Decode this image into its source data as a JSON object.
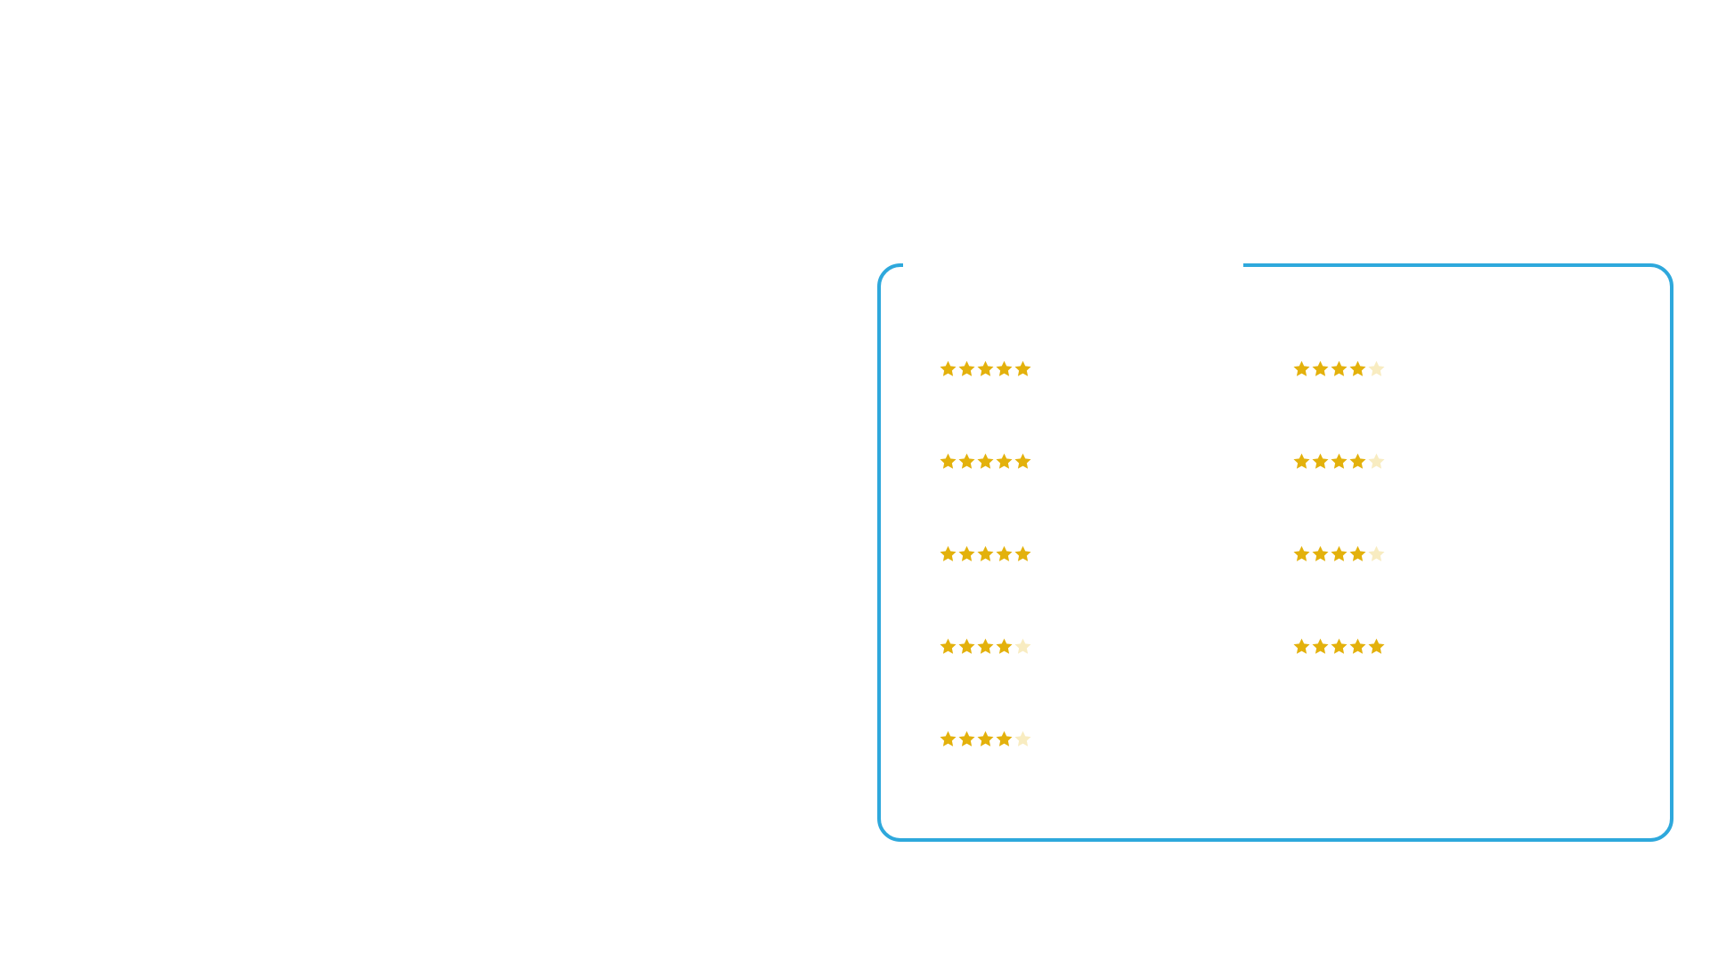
{
  "colors": {
    "frame": "#2ea8dc",
    "star_filled": "#e3b10c",
    "star_empty": "#f8ecc1"
  },
  "icons": {
    "star": "star-icon"
  },
  "ratings": {
    "max": 5,
    "items": [
      {
        "value": 5
      },
      {
        "value": 5
      },
      {
        "value": 5
      },
      {
        "value": 4
      },
      {
        "value": 4
      },
      {
        "value": 4
      },
      {
        "value": 4
      },
      {
        "value": 4
      },
      {
        "value": 5
      }
    ]
  }
}
